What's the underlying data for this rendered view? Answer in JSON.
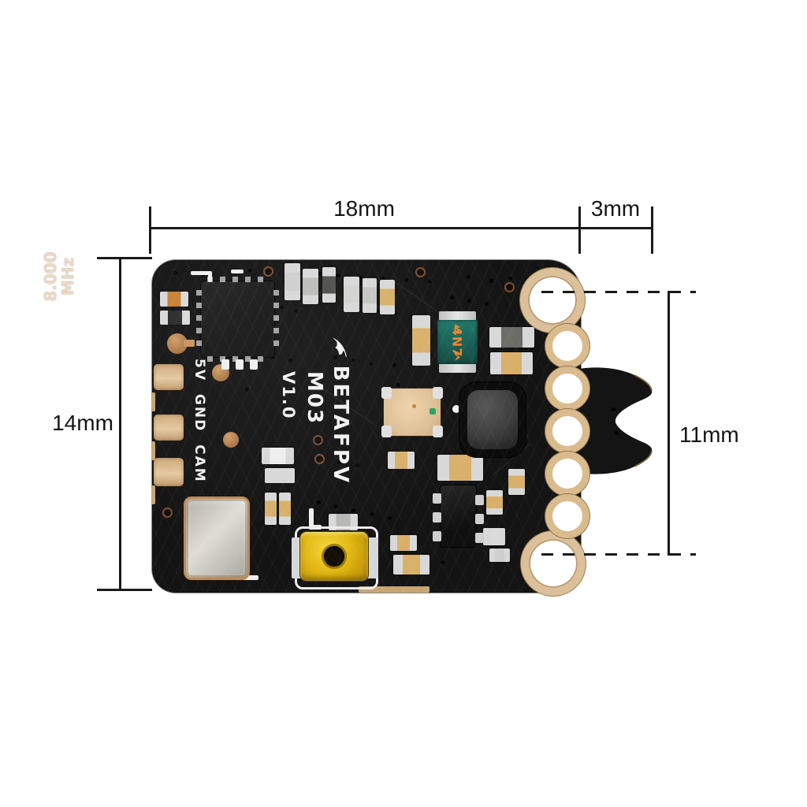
{
  "dimensions": {
    "top_width_label": "18mm",
    "tab_width_label": "3mm",
    "left_height_label": "14mm",
    "right_height_label": "11mm"
  },
  "silkscreen": {
    "brand": "BETAFPV",
    "model": "M03",
    "version": "V1.0",
    "io_labels": "5V GND CAM"
  },
  "components": {
    "inductor_code": "4N7",
    "crystal_line1": "8.000",
    "crystal_line2": "MHz"
  },
  "colors": {
    "board_black": "#141414",
    "pad_gold": "#dcbd92",
    "hole_ring_gold": "#d9bb8d",
    "component_tan": "#d8b06a",
    "inductor_teal": "#1c6f63",
    "inductor_code_orange": "#f08428",
    "button_gold": "#e0b512",
    "silkscreen_white": "#f2f2f2",
    "dimension_line": "#1a1a1a"
  }
}
